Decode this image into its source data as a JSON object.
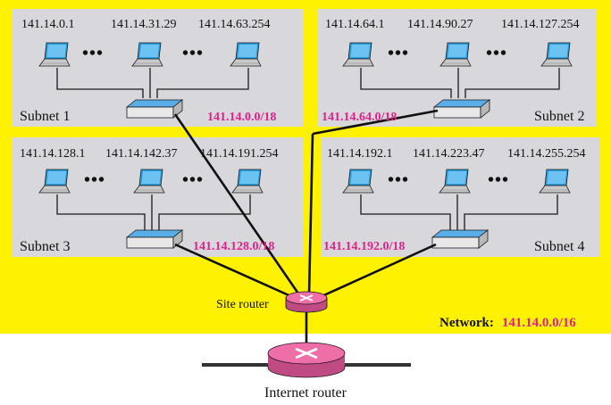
{
  "colors": {
    "network_bg": "#fff200",
    "subnet_bg": "#d8d8dc",
    "prefix_color": "#e0218a",
    "router_color": "#ee6fa8",
    "switch_top": "#5aaee8",
    "laptop_screen": "#2a9fe0",
    "link": "#111111"
  },
  "subnets": [
    {
      "name": "Subnet 1",
      "prefix": "141.14.0.0/18",
      "hosts": [
        "141.14.0.1",
        "141.14.31.29",
        "141.14.63.254"
      ]
    },
    {
      "name": "Subnet 2",
      "prefix": "141.14.64.0/18",
      "hosts": [
        "141.14.64.1",
        "141.14.90.27",
        "141.14.127.254"
      ]
    },
    {
      "name": "Subnet 3",
      "prefix": "141.14.128.0/18",
      "hosts": [
        "141.14.128.1",
        "141.14.142.37",
        "141.14.191.254"
      ]
    },
    {
      "name": "Subnet 4",
      "prefix": "141.14.192.0/18",
      "hosts": [
        "141.14.192.1",
        "141.14.223.47",
        "141.14.255.254"
      ]
    }
  ],
  "ellipsis": "•••",
  "site_router": {
    "label": "Site router",
    "icon": "router-icon"
  },
  "network": {
    "label": "Network:",
    "prefix": "141.14.0.0/16"
  },
  "internet_router": {
    "label": "Internet router",
    "icon": "router-icon"
  },
  "icons": {
    "host": "laptop-icon",
    "switch": "switch-icon"
  }
}
